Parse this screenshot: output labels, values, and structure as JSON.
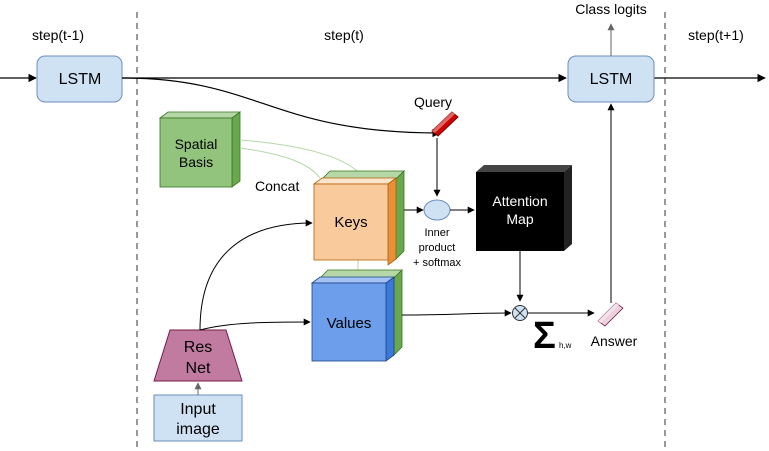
{
  "steps": {
    "prev": "step(t-1)",
    "curr": "step(t)",
    "next": "step(t+1)"
  },
  "lstm": {
    "prev_label": "LSTM",
    "curr_label": "LSTM"
  },
  "class_logits": "Class logits",
  "query_label": "Query",
  "spatial_basis": {
    "line1": "Spatial",
    "line2": "Basis"
  },
  "concat_label": "Concat",
  "keys_label": "Keys",
  "values_label": "Values",
  "inner_product": {
    "line1": "Inner",
    "line2": "product",
    "line3": "+ softmax"
  },
  "attention_map": {
    "line1": "Attention",
    "line2": "Map"
  },
  "sum": {
    "symbol": "Σ",
    "subscript": "h,w"
  },
  "answer_label": "Answer",
  "resnet": {
    "line1": "Res",
    "line2": "Net"
  },
  "input_image": {
    "line1": "Input",
    "line2": "image"
  },
  "colors": {
    "lstm_fill": "#cfe2f3",
    "spatial_fill": "#93c47d",
    "keys_fill": "#f9cb9c",
    "values_fill": "#6d9eeb",
    "resnet_fill": "#c27ba0",
    "query_fill": "#cc0000",
    "answer_fill": "#ead1dc",
    "attention_fill": "#000000"
  }
}
